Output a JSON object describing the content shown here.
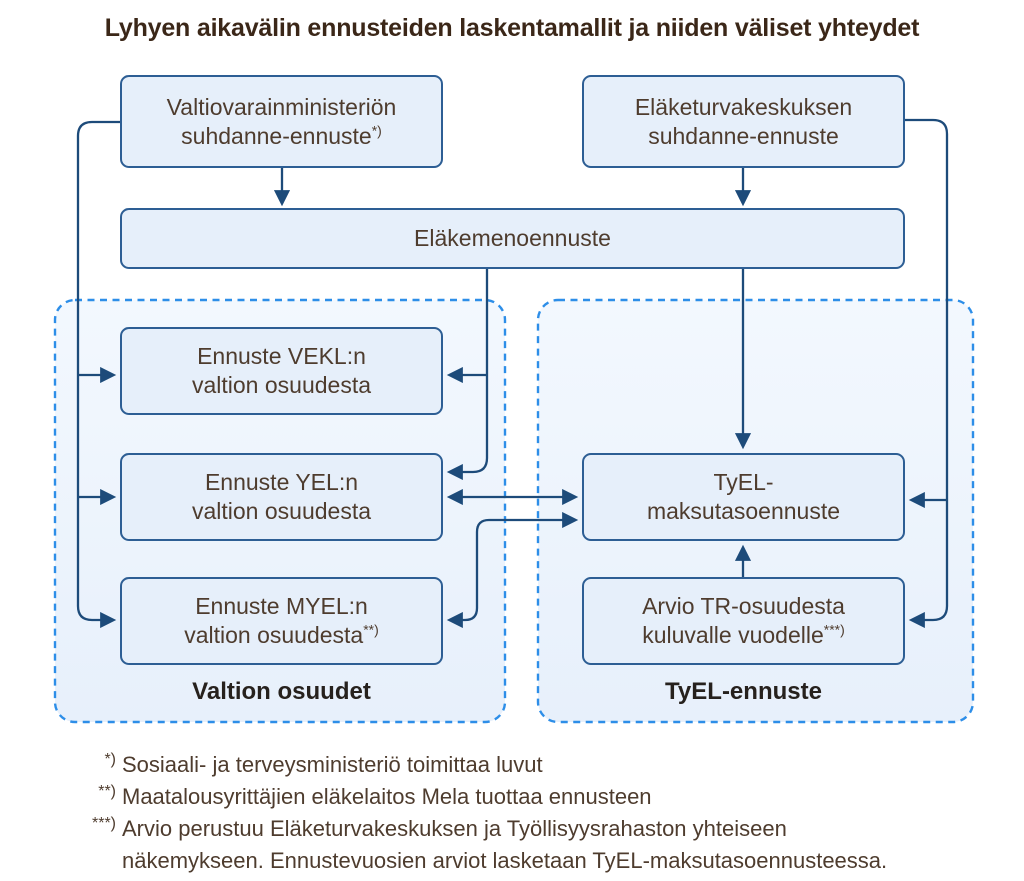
{
  "title": "Lyhyen aikavälin ennusteiden laskentamallit ja niiden väliset yhteydet",
  "boxes": {
    "vvm": {
      "line1": "Valtiovarainministeriön",
      "line2": "suhdanne-ennuste",
      "sup": "*)"
    },
    "etk": {
      "line1": "Eläketurvakeskuksen",
      "line2": "suhdanne-ennuste"
    },
    "meno": {
      "line1": "Eläkemenoennuste"
    },
    "vekl": {
      "line1": "Ennuste VEKL:n",
      "line2": "valtion osuudesta"
    },
    "yel": {
      "line1": "Ennuste YEL:n",
      "line2": "valtion osuudesta"
    },
    "myel": {
      "line1": "Ennuste MYEL:n",
      "line2": "valtion osuudesta",
      "sup": "**)"
    },
    "tyel": {
      "line1": "TyEL-",
      "line2": "maksutasoennuste"
    },
    "arvio": {
      "line1": "Arvio TR-osuudesta",
      "line2": "kuluvalle vuodelle",
      "sup": "***)"
    }
  },
  "groups": {
    "left_label": "Valtion osuudet",
    "right_label": "TyEL-ennuste"
  },
  "footnotes": [
    {
      "marker": "*)",
      "lines": [
        "Sosiaali- ja terveysministeriö toimittaa luvut"
      ]
    },
    {
      "marker": "**)",
      "lines": [
        "Maatalousyrittäjien eläkelaitos Mela tuottaa ennusteen"
      ]
    },
    {
      "marker": "***)",
      "lines": [
        "Arvio perustuu Eläketurvakeskuksen ja Työllisyysrahaston yhteiseen",
        "näkemykseen. Ennustevuosien arviot lasketaan TyEL-maksutasoennusteessa."
      ]
    }
  ],
  "colors": {
    "connector": "#1d4b7a",
    "box_border": "#2d5e94",
    "box_fill": "#e6effa",
    "group_border": "#2d8ee8",
    "group_fill_top": "#f3f8fe",
    "group_fill_bottom": "#e7f0fb",
    "title": "#3b2718",
    "body_text": "#4e3c2e",
    "group_label": "#26211d",
    "background": "#ffffff"
  }
}
